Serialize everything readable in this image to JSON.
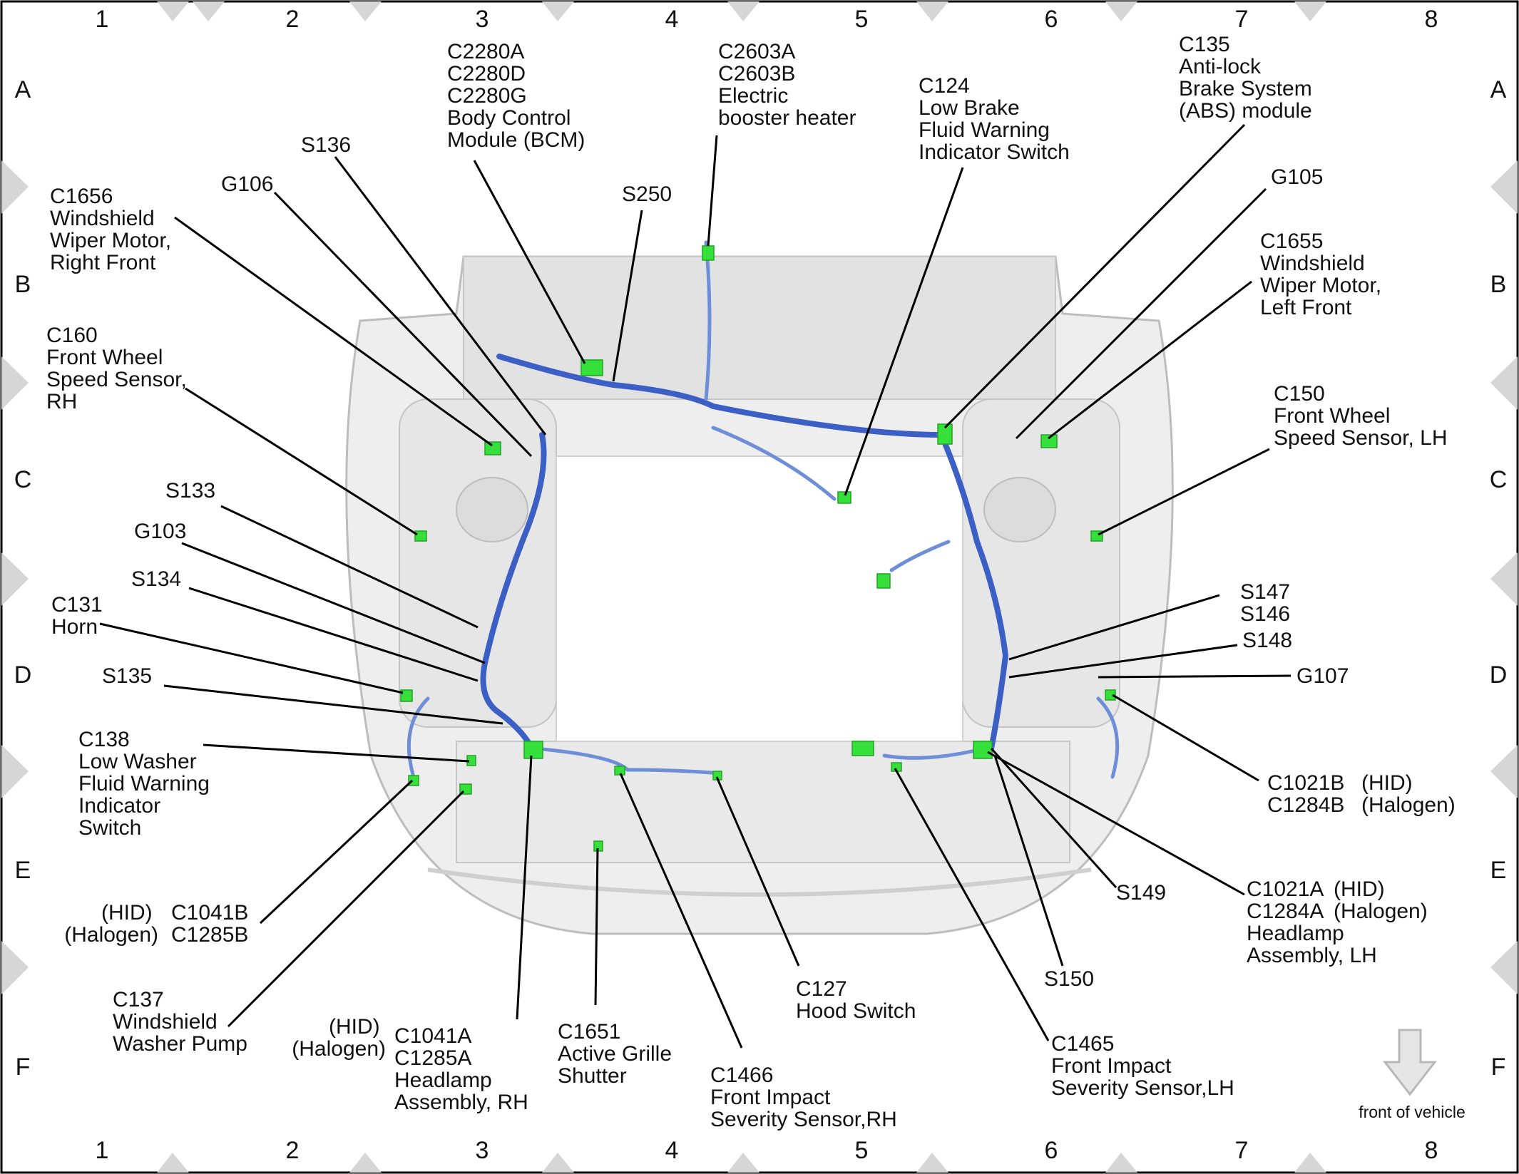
{
  "grid": {
    "columns": [
      "1",
      "2",
      "3",
      "4",
      "5",
      "6",
      "7",
      "8"
    ],
    "rows": [
      "A",
      "B",
      "C",
      "D",
      "E",
      "F"
    ]
  },
  "labels": {
    "c2280": [
      "C2280A",
      "C2280D",
      "C2280G",
      "Body Control",
      "Module (BCM)"
    ],
    "c2603": [
      "C2603A",
      "C2603B",
      "Electric",
      "booster heater"
    ],
    "c124": [
      "C124",
      "Low Brake",
      "Fluid Warning",
      "Indicator Switch"
    ],
    "c135": [
      "C135",
      "Anti-lock",
      "Brake System",
      "(ABS) module"
    ],
    "s136": [
      "S136"
    ],
    "g106": [
      "G106"
    ],
    "s250": [
      "S250"
    ],
    "g105": [
      "G105"
    ],
    "c1656": [
      "C1656",
      "Windshield",
      "Wiper Motor,",
      "Right Front"
    ],
    "c1655": [
      "C1655",
      "Windshield",
      "Wiper Motor,",
      "Left Front"
    ],
    "c160": [
      "C160",
      "Front Wheel",
      "Speed Sensor,",
      "RH"
    ],
    "c150": [
      "C150",
      "Front Wheel",
      "Speed Sensor, LH"
    ],
    "s133": [
      "S133"
    ],
    "g103": [
      "G103"
    ],
    "s134": [
      "S134"
    ],
    "c131": [
      "C131",
      "Horn"
    ],
    "s135": [
      "S135"
    ],
    "s147": [
      "S147",
      "S146"
    ],
    "s148": [
      "S148"
    ],
    "g107": [
      "G107"
    ],
    "c138": [
      "C138",
      "Low Washer",
      "Fluid Warning",
      "Indicator",
      "Switch"
    ],
    "c1021b": [
      "C1021B",
      "C1284B"
    ],
    "c1021b_type": [
      "(HID)",
      "(Halogen)"
    ],
    "c1041b": [
      "C1041B",
      "C1285B"
    ],
    "c1041b_type": [
      "(HID)",
      "(Halogen)"
    ],
    "s149": [
      "S149"
    ],
    "c1021a": [
      "C1021A",
      "C1284A",
      "Headlamp",
      "Assembly, LH"
    ],
    "c1021a_type": [
      "(HID)",
      "(Halogen)"
    ],
    "c137": [
      "C137",
      "Windshield",
      "Washer Pump"
    ],
    "s150": [
      "S150"
    ],
    "c127": [
      "C127",
      "Hood Switch"
    ],
    "c1041a": [
      "C1041A",
      "C1285A",
      "Headlamp",
      "Assembly, RH"
    ],
    "c1041a_type": [
      "(HID)",
      "(Halogen)"
    ],
    "c1651": [
      "C1651",
      "Active Grille",
      "Shutter"
    ],
    "c1466": [
      "C1466",
      "Front Impact",
      "Severity Sensor,RH"
    ],
    "c1465": [
      "C1465",
      "Front Impact",
      "Severity Sensor,LH"
    ]
  },
  "front_arrow_label": "front of vehicle",
  "colors": {
    "harness": "#3b5fc4",
    "connector": "#36e03a",
    "body": "#e4e4e4",
    "frame_marker": "#d6d6d6"
  }
}
